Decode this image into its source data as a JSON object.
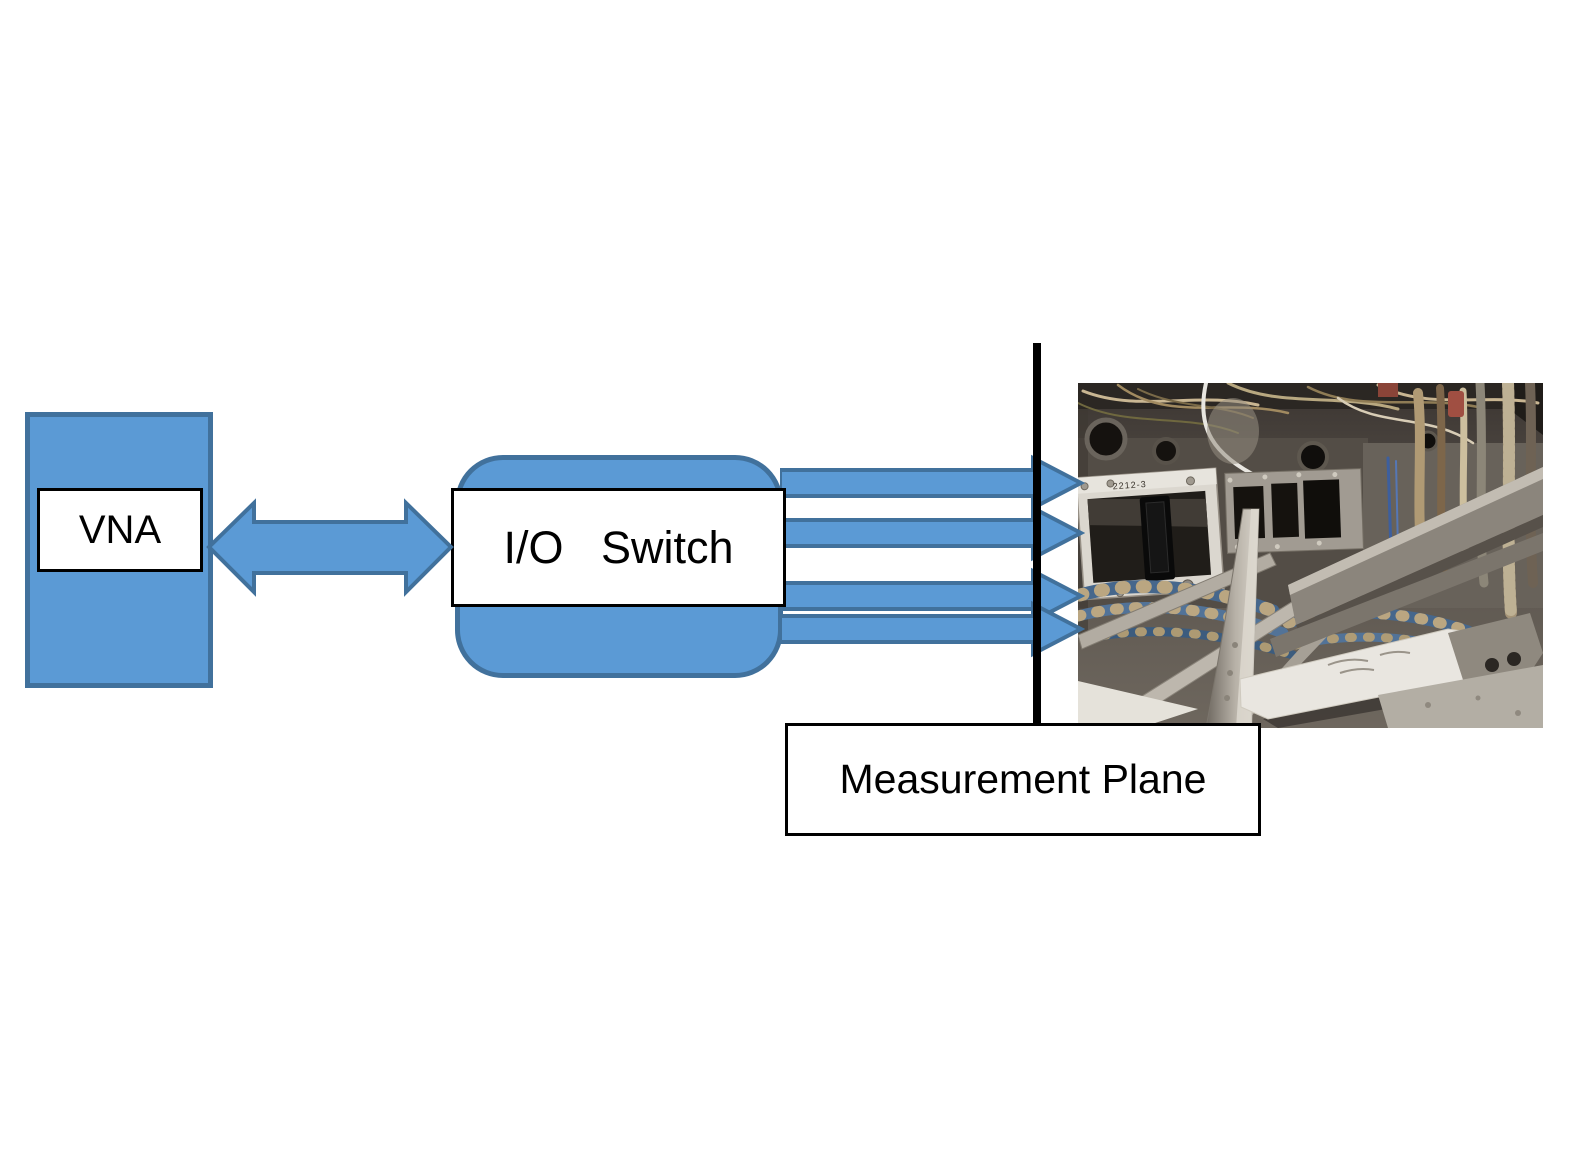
{
  "diagram": {
    "nodes": {
      "vna": {
        "label": "VNA"
      },
      "io_switch": {
        "label": "I/O   Switch"
      },
      "measurement_plane": {
        "label": "Measurement Plane"
      }
    },
    "photo": {
      "panel_marking": "2212-3"
    },
    "colors": {
      "shape_fill": "#5b9ad5",
      "shape_border": "#41719c",
      "line_color": "#000000",
      "label_background": "#ffffff",
      "label_border": "#000000",
      "text_color": "#000000"
    }
  }
}
